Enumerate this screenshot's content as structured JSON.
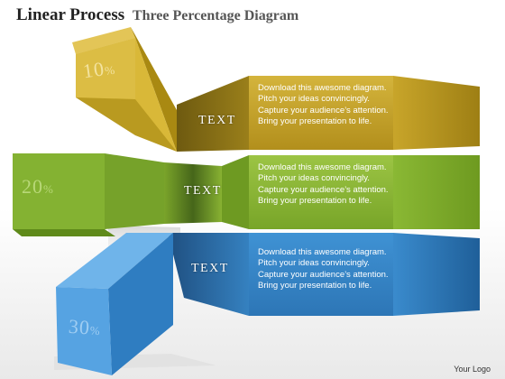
{
  "title": {
    "main": "Linear Process",
    "sub": "Three Percentage Diagram"
  },
  "steps": [
    {
      "percent": "10",
      "percent_sign": "%",
      "tag": "TEXT",
      "description": "Download this awesome diagram. Pitch your ideas convincingly. Capture your audience’s attention. Bring your presentation to life.",
      "color": "#c9a92c"
    },
    {
      "percent": "20",
      "percent_sign": "%",
      "tag": "TEXT",
      "description": "Download this awesome diagram. Pitch your ideas convincingly. Capture your audience’s attention. Bring your presentation to life.",
      "color": "#8cb637"
    },
    {
      "percent": "30",
      "percent_sign": "%",
      "tag": "TEXT",
      "description": "Download this awesome diagram. Pitch your ideas convincingly. Capture your audience’s attention. Bring your presentation to life.",
      "color": "#3d8cc9"
    }
  ],
  "footer": "Your Logo"
}
